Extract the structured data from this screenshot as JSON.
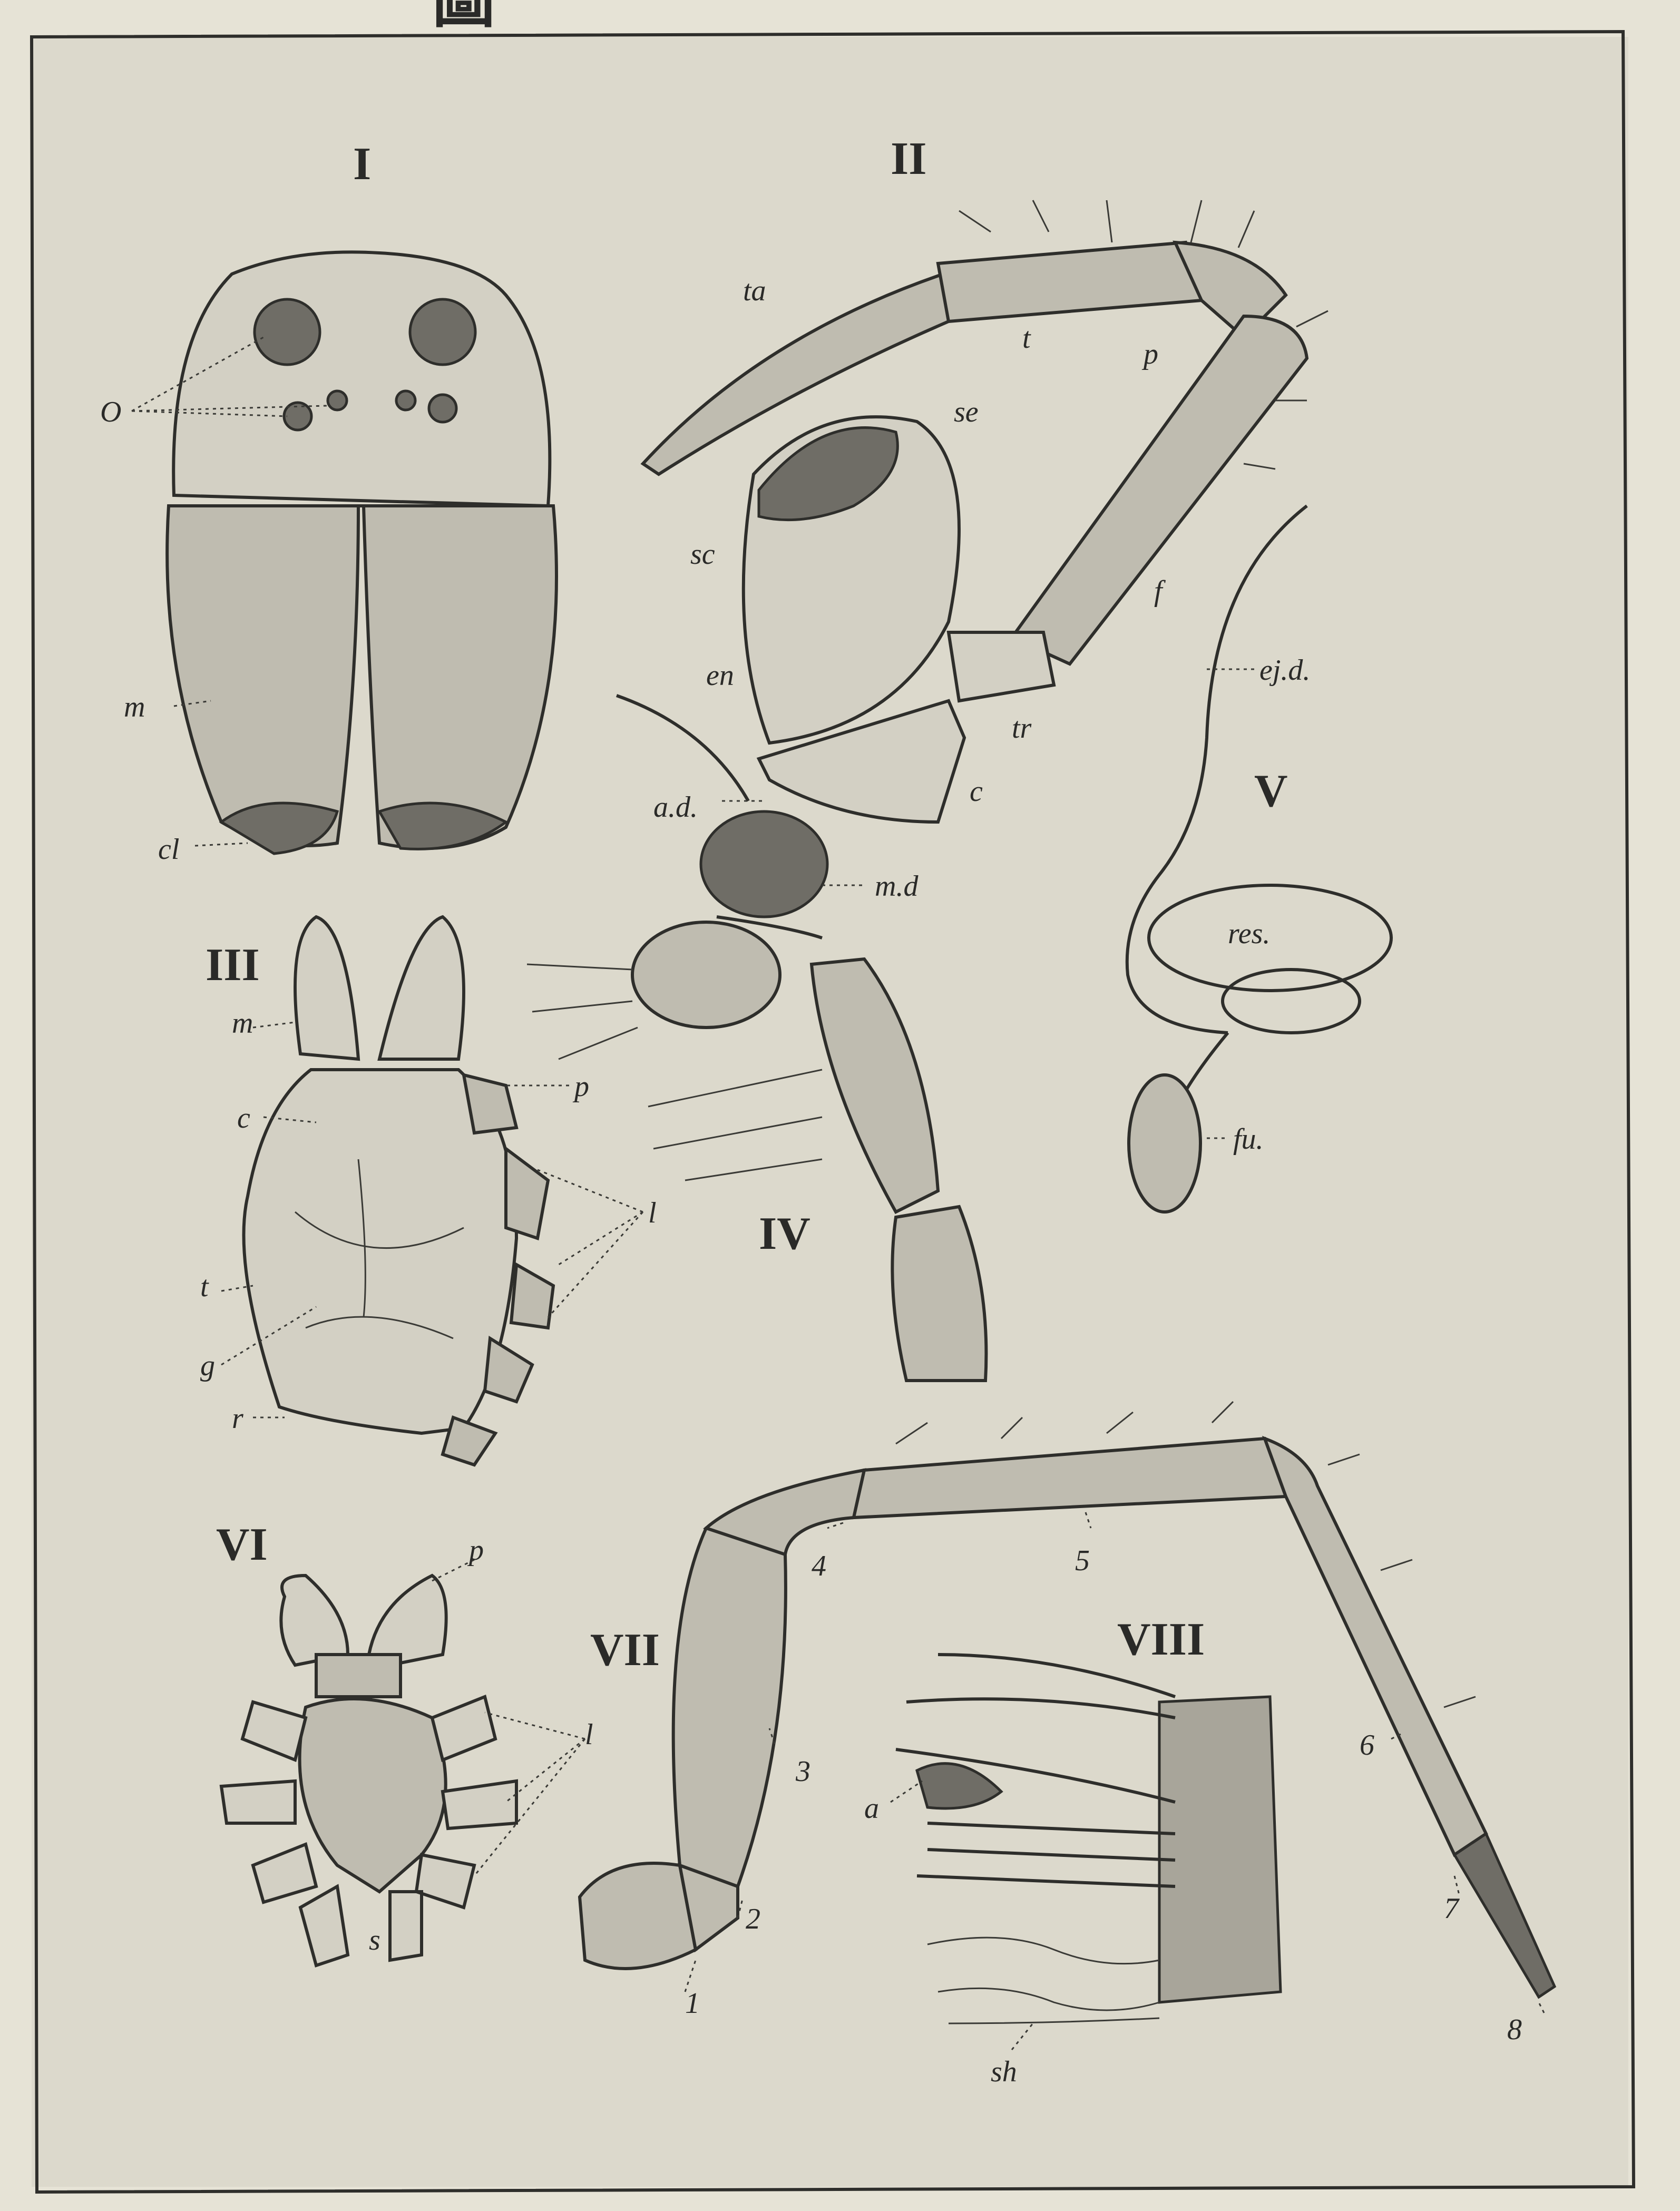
{
  "header": {
    "glyph": "圖"
  },
  "figures": {
    "fig1": {
      "numeral": "I",
      "labels": {
        "eyes": "O",
        "chelicera": "m",
        "claw": "cl"
      }
    },
    "fig2": {
      "numeral": "II",
      "labels": {
        "tarsus": "ta",
        "tibia": "t",
        "patella": "p",
        "scopula_top": "se",
        "scopula_side": "sc",
        "endite": "en",
        "trochanter": "tr",
        "coxa": "c",
        "femur": "f"
      }
    },
    "fig3": {
      "numeral": "III",
      "labels": {
        "mouth": "m",
        "coxa": "c",
        "palp": "p",
        "legs": "l",
        "thorax": "t",
        "fovea": "g",
        "rear": "r"
      }
    },
    "fig4": {
      "numeral": "IV",
      "labels": {
        "apical_duct": "a.d.",
        "median_duct": "m.d"
      }
    },
    "fig5": {
      "numeral": "V",
      "labels": {
        "ejaculatory_duct": "ej.d.",
        "reservoir": "res.",
        "fundus": "fu."
      }
    },
    "fig6": {
      "numeral": "VI",
      "labels": {
        "palp": "p",
        "legs": "l",
        "spinneret": "s"
      }
    },
    "fig7": {
      "numeral": "VII",
      "segments": [
        "1",
        "2",
        "3",
        "4",
        "5",
        "6",
        "7",
        "8"
      ]
    },
    "fig8": {
      "numeral": "VIII",
      "labels": {
        "bristle": "a",
        "sheath": "sh"
      }
    }
  }
}
